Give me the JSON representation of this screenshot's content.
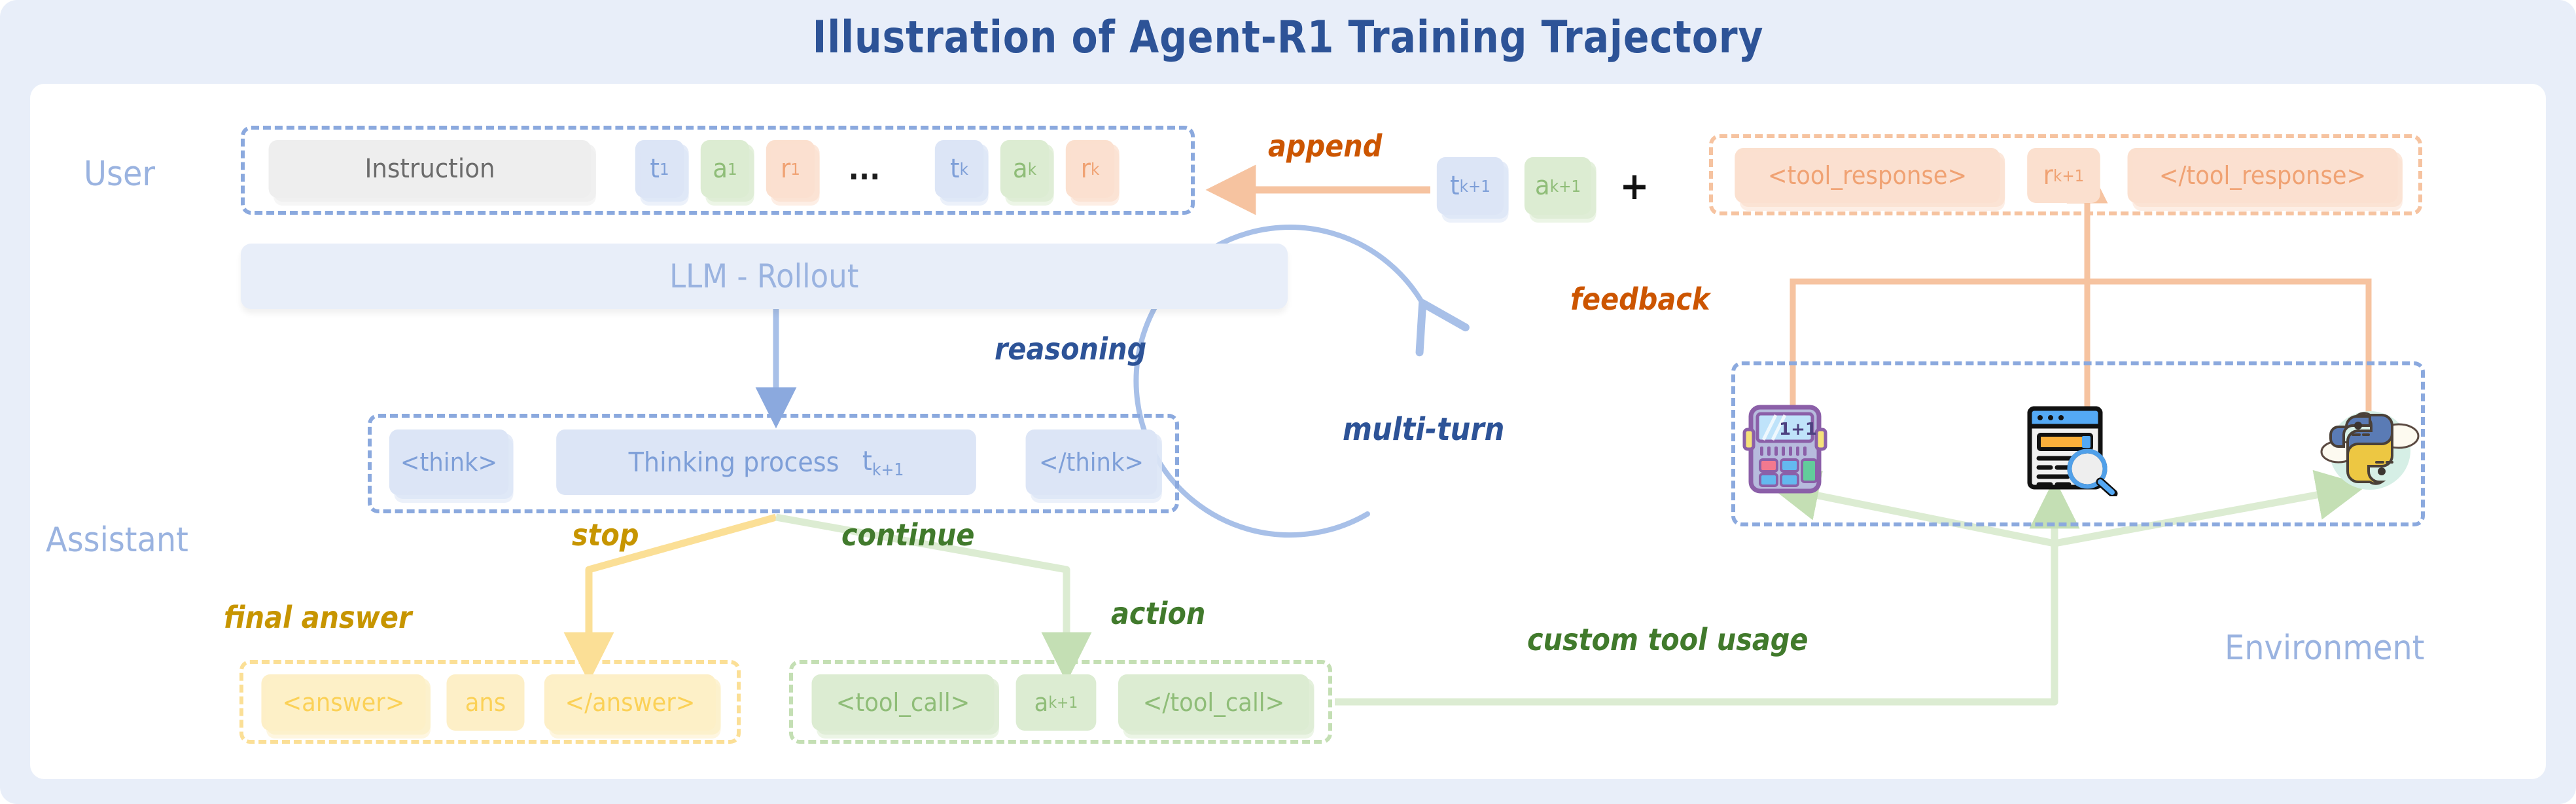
{
  "title": "Illustration of Agent-R1 Training Trajectory",
  "roles": {
    "user": "User",
    "assistant": "Assistant",
    "environment": "Environment"
  },
  "annotations": {
    "append": "append",
    "feedback": "feedback",
    "reasoning": "reasoning",
    "multi_turn": "multi-turn",
    "stop": "stop",
    "continue": "continue",
    "final_answer": "final answer",
    "action": "action",
    "custom_tool_usage": "custom tool usage"
  },
  "colors": {
    "page_bg": "#e8eef9",
    "canvas_bg": "#ffffff",
    "title": "#2d5397",
    "role_label": "#9ab3e0",
    "blue": "#8ba9de",
    "blue_chip_bg": "#dce5f6",
    "blue_chip_fg": "#7e9fd8",
    "green": "#c4dfb4",
    "green_chip_bg": "#dcecd2",
    "green_chip_fg": "#8fbd78",
    "green_text": "#417a2c",
    "orange": "#f6c3a0",
    "orange_chip_bg": "#fbe0cf",
    "orange_chip_fg": "#f0a273",
    "orange_text": "#cc5500",
    "yellow": "#fbdf96",
    "yellow_chip_bg": "#fdefc7",
    "yellow_chip_fg": "#fbd157",
    "yellow_text": "#c79500",
    "gray_chip_bg": "#eeeeee",
    "gray_chip_fg": "#6b6b6b"
  },
  "user_sequence": {
    "instruction": "Instruction",
    "tokens": [
      {
        "base": "t",
        "sub": "1",
        "kind": "blue"
      },
      {
        "base": "a",
        "sub": "1",
        "kind": "green"
      },
      {
        "base": "r",
        "sub": "1",
        "kind": "orange"
      }
    ],
    "ellipsis": "...",
    "tokens_k": [
      {
        "base": "t",
        "sub": "k",
        "kind": "blue"
      },
      {
        "base": "a",
        "sub": "k",
        "kind": "green"
      },
      {
        "base": "r",
        "sub": "k",
        "kind": "orange"
      }
    ]
  },
  "append_group": {
    "t_next": {
      "base": "t",
      "sub": "k+1",
      "kind": "blue"
    },
    "a_next": {
      "base": "a",
      "sub": "k+1",
      "kind": "green"
    },
    "plus": "+"
  },
  "tool_response": {
    "open_tag": "<tool_response>",
    "value": {
      "base": "r",
      "sub": "k+1"
    },
    "close_tag": "</tool_response>"
  },
  "llm": {
    "label": "LLM - Rollout"
  },
  "think_block": {
    "open_tag": "<think>",
    "body": "Thinking process",
    "token": {
      "base": "t",
      "sub": "k+1"
    },
    "close_tag": "</think>"
  },
  "answer_block": {
    "open_tag": "<answer>",
    "value": "ans",
    "close_tag": "</answer>"
  },
  "tool_call_block": {
    "open_tag": "<tool_call>",
    "value": {
      "base": "a",
      "sub": "k+1"
    },
    "close_tag": "</tool_call>"
  },
  "environment_tools": [
    {
      "name": "calculator-icon",
      "display": "1+1"
    },
    {
      "name": "web-search-icon",
      "display": ""
    },
    {
      "name": "python-icon",
      "display": ""
    }
  ]
}
